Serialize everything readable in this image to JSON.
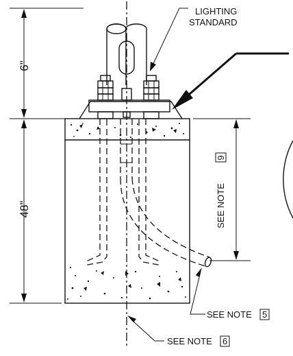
{
  "labels": {
    "lighting_standard_line1": "LIGHTING",
    "lighting_standard_line2": "STANDARD",
    "dim_top": "6\"",
    "dim_depth": "48\"",
    "see_note_9": "SEE NOTE",
    "see_note_9_box": "9",
    "see_note_5": "SEE NOTE",
    "see_note_5_box": "5",
    "see_note_6": "SEE NOTE",
    "see_note_6_box": "6"
  }
}
